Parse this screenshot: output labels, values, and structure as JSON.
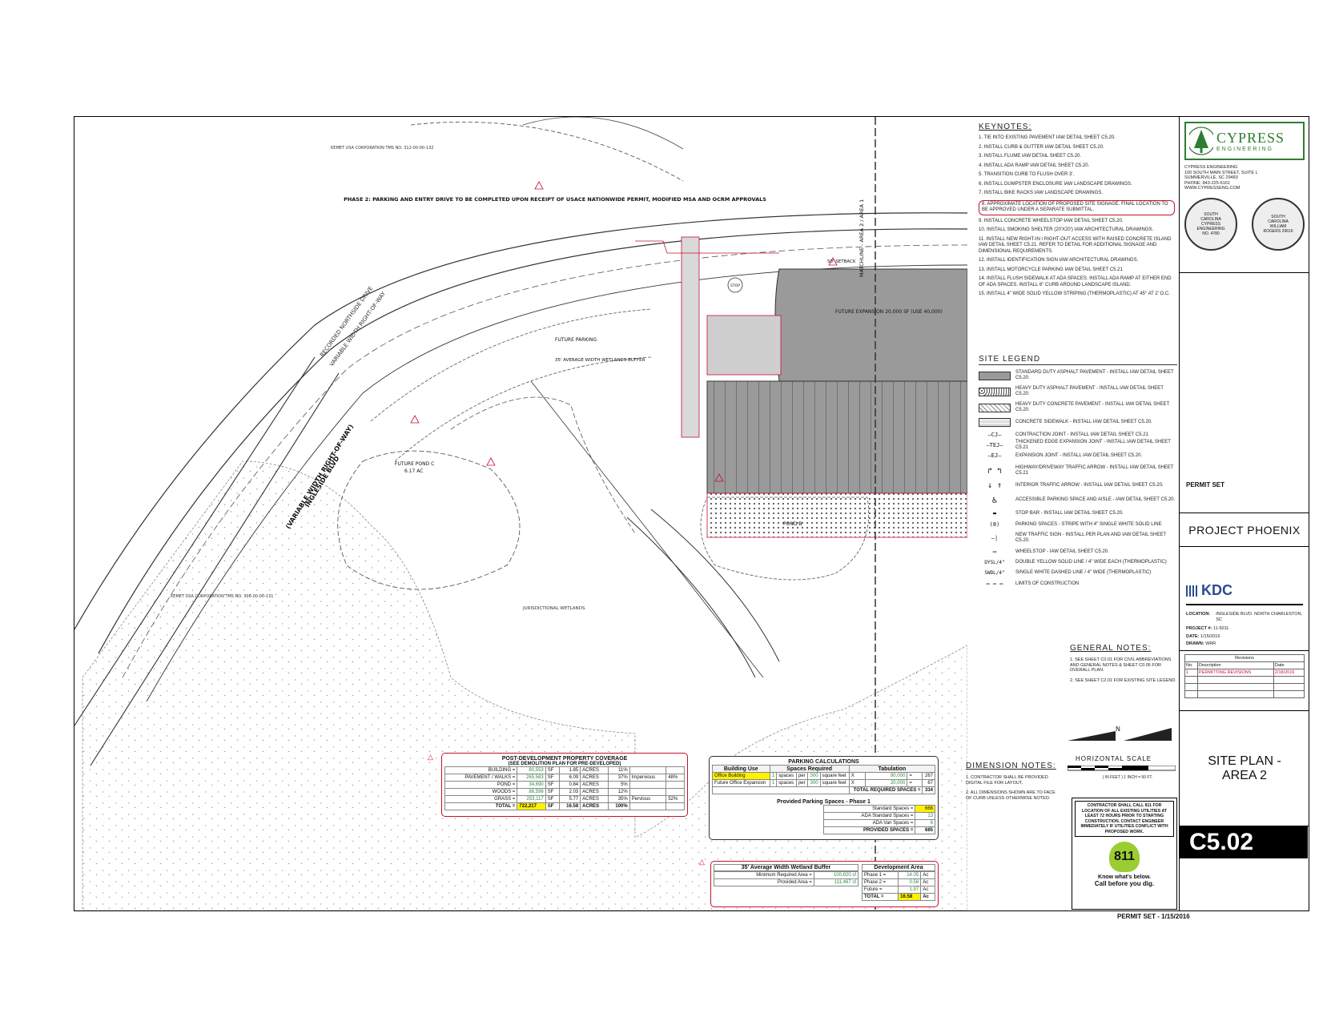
{
  "firm": {
    "name": "CYPRESS",
    "tagline": "ENGINEERING",
    "address": [
      "CYPRESS ENGINEERING",
      "100 SOUTH MAIN STREET, SUITE L",
      "SUMMERVILLE, SC 29483",
      "PHONE: 843-225-6161",
      "WWW.CYPRESSENG.COM"
    ],
    "seal_left": "SOUTH CAROLINA CYPRESS ENGINEERING NO. 4780",
    "seal_right": "SOUTH CAROLINA WILLIAM ROGERS 29616"
  },
  "status": "PERMIT SET",
  "project": "PROJECT PHOENIX",
  "client": "KDC",
  "location": {
    "label": "LOCATION:",
    "value": "INGLESIDE BLVD. NORTH CHARLESTON, SC"
  },
  "project_no": {
    "label": "PROJECT #:",
    "value": "11-5011"
  },
  "date": {
    "label": "DATE:",
    "value": "1/15/2016"
  },
  "drawn": {
    "label": "DRAWN:",
    "value": "WRR"
  },
  "revisions": {
    "title": "Revisions",
    "headers": [
      "No.",
      "Description",
      "Date"
    ],
    "rows": [
      [
        "1",
        "PERMITTING REVISIONS",
        "2/18/2016"
      ]
    ]
  },
  "sheet_title": [
    "SITE PLAN -",
    "AREA 2"
  ],
  "sheet_number": "C5.02",
  "footer": "PERMIT SET - 1/15/2016",
  "keynotes": {
    "title": "KEYNOTES:",
    "items": [
      "1. TIE INTO EXISTING PAVEMENT IAW DETAIL SHEET C5.20.",
      "2. INSTALL CURB & GUTTER IAW DETAIL SHEET C5.20.",
      "3. INSTALL FLUME IAW DETAIL SHEET C5.20.",
      "4. INSTALL ADA RAMP IAW DETAIL SHEET C5.20.",
      "5. TRANSITION CURB TO FLUSH OVER 3'.",
      "6. INSTALL DUMPSTER ENCLOSURE IAW LANDSCAPE DRAWINGS.",
      "7. INSTALL BIKE RACKS IAW LANDSCAPE DRAWINGS.",
      "8. APPROXIMATE LOCATION OF PROPOSED SITE SIGNAGE. FINAL LOCATION TO BE APPROVED UNDER A SEPARATE SUBMITTAL.",
      "9. INSTALL CONCRETE WHEELSTOP IAW DETAIL SHEET C5.20.",
      "10. INSTALL SMOKING SHELTER (20'X20') IAW ARCHITECTURAL DRAWINGS.",
      "11. INSTALL NEW RIGHT-IN / RIGHT-OUT ACCESS WITH RAISED CONCRETE ISLAND IAW DETAIL SHEET C5.21. REFER TO DETAIL FOR ADDITIONAL SIGNAGE AND DIMENSIONAL REQUIREMENTS.",
      "12. INSTALL IDENTIFICATION SIGN IAW ARCHITECTURAL DRAWINGS.",
      "13. INSTALL MOTORCYCLE PARKING IAW DETAIL SHEET C5.21",
      "14. INSTALL FLUSH SIDEWALK AT ADA SPACES. INSTALL ADA RAMP AT EITHER END OF ADA SPACES. INSTALL 6\" CURB AROUND LANDSCAPE ISLAND.",
      "15. INSTALL 4\" WIDE SOLID YELLOW STRIPING (THERMOPLASTIC) AT 45° AT 2' O.C."
    ]
  },
  "site_legend": {
    "title": "SITE LEGEND",
    "items": [
      {
        "sym": "asphalt",
        "text": "STANDARD DUTY ASPHALT PAVEMENT - INSTALL IAW DETAIL SHEET C5.20."
      },
      {
        "sym": "heavy",
        "text": "HEAVY DUTY ASPHALT PAVEMENT - INSTALL IAW DETAIL SHEET C5.20."
      },
      {
        "sym": "hconc",
        "text": "HEAVY DUTY CONCRETE PAVEMENT - INSTALL IAW DETAIL SHEET C5.20."
      },
      {
        "sym": "conc",
        "text": "CONCRETE SIDEWALK - INSTALL IAW DETAIL SHEET C5.20."
      },
      {
        "sym": "—CJ—",
        "text": "CONTRACTION JOINT - INSTALL IAW DETAIL SHEET C5.21"
      },
      {
        "sym": "—TEJ—",
        "text": "THICKENED EDGE EXPANSION JOINT - INSTALL IAW DETAIL SHEET C5.21"
      },
      {
        "sym": "—EJ—",
        "text": "EXPANSION JOINT - INSTALL IAW DETAIL SHEET C5.20."
      },
      {
        "sym": "↱ ↰",
        "text": "HIGHWAY/DRIVEWAY TRAFFIC ARROW - INSTALL IAW DETAIL SHEET C5.21"
      },
      {
        "sym": "↓ ↑",
        "text": "INTERIOR TRAFFIC ARROW - INSTALL IAW DETAIL SHEET C5.20."
      },
      {
        "sym": "♿",
        "text": "ACCESSIBLE PARKING SPACE AND AISLE - IAW DETAIL SHEET C5.20."
      },
      {
        "sym": "▬",
        "text": "STOP BAR - INSTALL IAW DETAIL SHEET C5.20."
      },
      {
        "sym": "(8)",
        "text": "PARKING SPACES - STRIPE WITH 4\" SINGLE WHITE SOLID LINE"
      },
      {
        "sym": "—|",
        "text": "NEW TRAFFIC SIGN - INSTALL PER PLAN AND IAW DETAIL SHEET C5.20."
      },
      {
        "sym": "▭",
        "text": "WHEELSTOP - IAW DETAIL SHEET C5.20."
      },
      {
        "sym": "DYSL/4\"",
        "text": "DOUBLE YELLOW SOLID LINE / 4\" WIDE EACH (THERMOPLASTIC)"
      },
      {
        "sym": "SWDL/4\"",
        "text": "SINGLE WHITE DASHED LINE / 4\" WIDE (THERMOPLASTIC)"
      },
      {
        "sym": "— — —",
        "text": "LIMITS OF CONSTRUCTION"
      }
    ]
  },
  "general_notes": {
    "title": "GENERAL NOTES:",
    "items": [
      "1. SEE SHEET C0.01 FOR CIVIL ABBREVIATIONS AND GENERAL NOTES & SHEET C0.05 FOR OVERALL PLAN.",
      "2. SEE SHEET C2.01 FOR EXISTING SITE LEGEND."
    ]
  },
  "dimension_notes": {
    "title": "DIMENSION NOTES:",
    "items": [
      "1. CONTRACTOR SHALL BE PROVIDED DIGITAL FILE FOR LAYOUT.",
      "2. ALL DIMENSIONS SHOWN ARE TO FACE OF CURB UNLESS OTHERWISE NOTED."
    ]
  },
  "scale": {
    "title": "HORIZONTAL SCALE",
    "sub": "( IN FEET ) 1 inch = 50 ft."
  },
  "call811": {
    "text": "CONTRACTOR SHALL CALL 811 FOR LOCATION OF ALL EXISTING UTILITIES AT LEAST 72 HOURS PRIOR TO STARTING CONSTRUCTION. CONTACT ENGINEER IMMEDIATELY IF UTILITIES CONFLICT WITH PROPOSED WORK.",
    "badge": "811",
    "tag1": "Know what's below.",
    "tag2": "Call before you dig."
  },
  "coverage": {
    "title": "POST-DEVELOPMENT PROPERTY COVERAGE",
    "subtitle": "(SEE DEMOLITION PLAN FOR PRE-DEVELOPED)",
    "rows": [
      [
        "BUILDING =",
        "80,553",
        "SF",
        "1.85",
        "ACRES",
        "11%",
        "",
        ""
      ],
      [
        "PAVEMENT / WALKS =",
        "265,583",
        "SF",
        "6.09",
        "ACRES",
        "37%",
        "Impervious",
        "48%"
      ],
      [
        "POND =",
        "34,690",
        "SF",
        "0.84",
        "ACRES",
        "5%",
        "",
        ""
      ],
      [
        "WOODS =",
        "88,598",
        "SF",
        "2.03",
        "ACRES",
        "12%",
        "",
        ""
      ],
      [
        "GRASS =",
        "253,117",
        "SF",
        "5.77",
        "ACRES",
        "35%",
        "Pervious",
        "52%"
      ]
    ],
    "total": [
      "TOTAL =",
      "722,217",
      "SF",
      "16.58",
      "ACRES",
      "100%"
    ]
  },
  "parking": {
    "title": "PARKING CALCULATIONS",
    "headers": [
      "Building Use",
      "Spaces Required",
      "Tabulation"
    ],
    "rows": [
      [
        "Office Building",
        "1",
        "spaces",
        "per",
        "300",
        "square feet",
        "X",
        "80,000",
        "=",
        "267"
      ],
      [
        "Future Office Expansion",
        "1",
        "spaces",
        "per",
        "300",
        "square feet",
        "X",
        "20,000",
        "=",
        "67"
      ]
    ],
    "total": [
      "TOTAL REQUIRED SPACES =",
      "334"
    ],
    "provided_title": "Provided Parking Spaces - Phase 1",
    "provided": [
      [
        "Standard Spaces =",
        "666"
      ],
      [
        "ADA Standard Spaces =",
        "13"
      ],
      [
        "ADA Van Spaces =",
        "6"
      ]
    ],
    "provided_total": [
      "PROVIDED SPACES =",
      "685"
    ]
  },
  "buffer": {
    "title": "35' Average Width Wetland Buffer",
    "rows": [
      [
        "Minimum Required Area =",
        "100,820 sf"
      ],
      [
        "Provided Area =",
        "111,467 sf"
      ]
    ],
    "dev_title": "Development Area",
    "dev_rows": [
      [
        "Phase 1 =",
        "14.05",
        "Ac"
      ],
      [
        "Phase 2 =",
        "0.56",
        "Ac"
      ],
      [
        "Future =",
        "1.97",
        "Ac"
      ]
    ],
    "dev_total": [
      "TOTAL =",
      "16.58",
      "Ac"
    ]
  },
  "plan_labels": {
    "phase2": "PHASE 2: PARKING AND ENTRY DRIVE TO BE COMPLETED UPON RECEIPT OF USACE NATIONWIDE PERMIT, MODIFIED MSA AND OCRM APPROVALS",
    "road1": "RECORDED NORTHSIDE DRIVE",
    "road1b": "VARIABLE WIDTH RIGHT-OF-WAY",
    "road2": "INGLESIDE BLVD",
    "road2b": "(VARIABLE WIDTH RIGHT-OF-WAY)",
    "owner_top": "KEMET USA CORPORATION TMS NO. 312-00-00-132",
    "owner_bottom": "KEMET USA CORPORATION TMS NO. 306-00-00-131",
    "future_exp": "FUTURE EXPANSION 20,000 SF (USE 40,000)",
    "future_parking": "FUTURE PARKING",
    "future_pond": "FUTURE POND C",
    "future_pond_ac": "6.17 AC",
    "pond_b": "POND B",
    "wetland_buffer": "35' AVERAGE WIDTH WETLANDS BUFFER",
    "matchline": "MATCHLINE - AREA 2 / AREA 1",
    "jurisdictional": "JURISDICTIONAL WETLANDS",
    "setback": "50' SETBACK",
    "stop": "STOP"
  }
}
